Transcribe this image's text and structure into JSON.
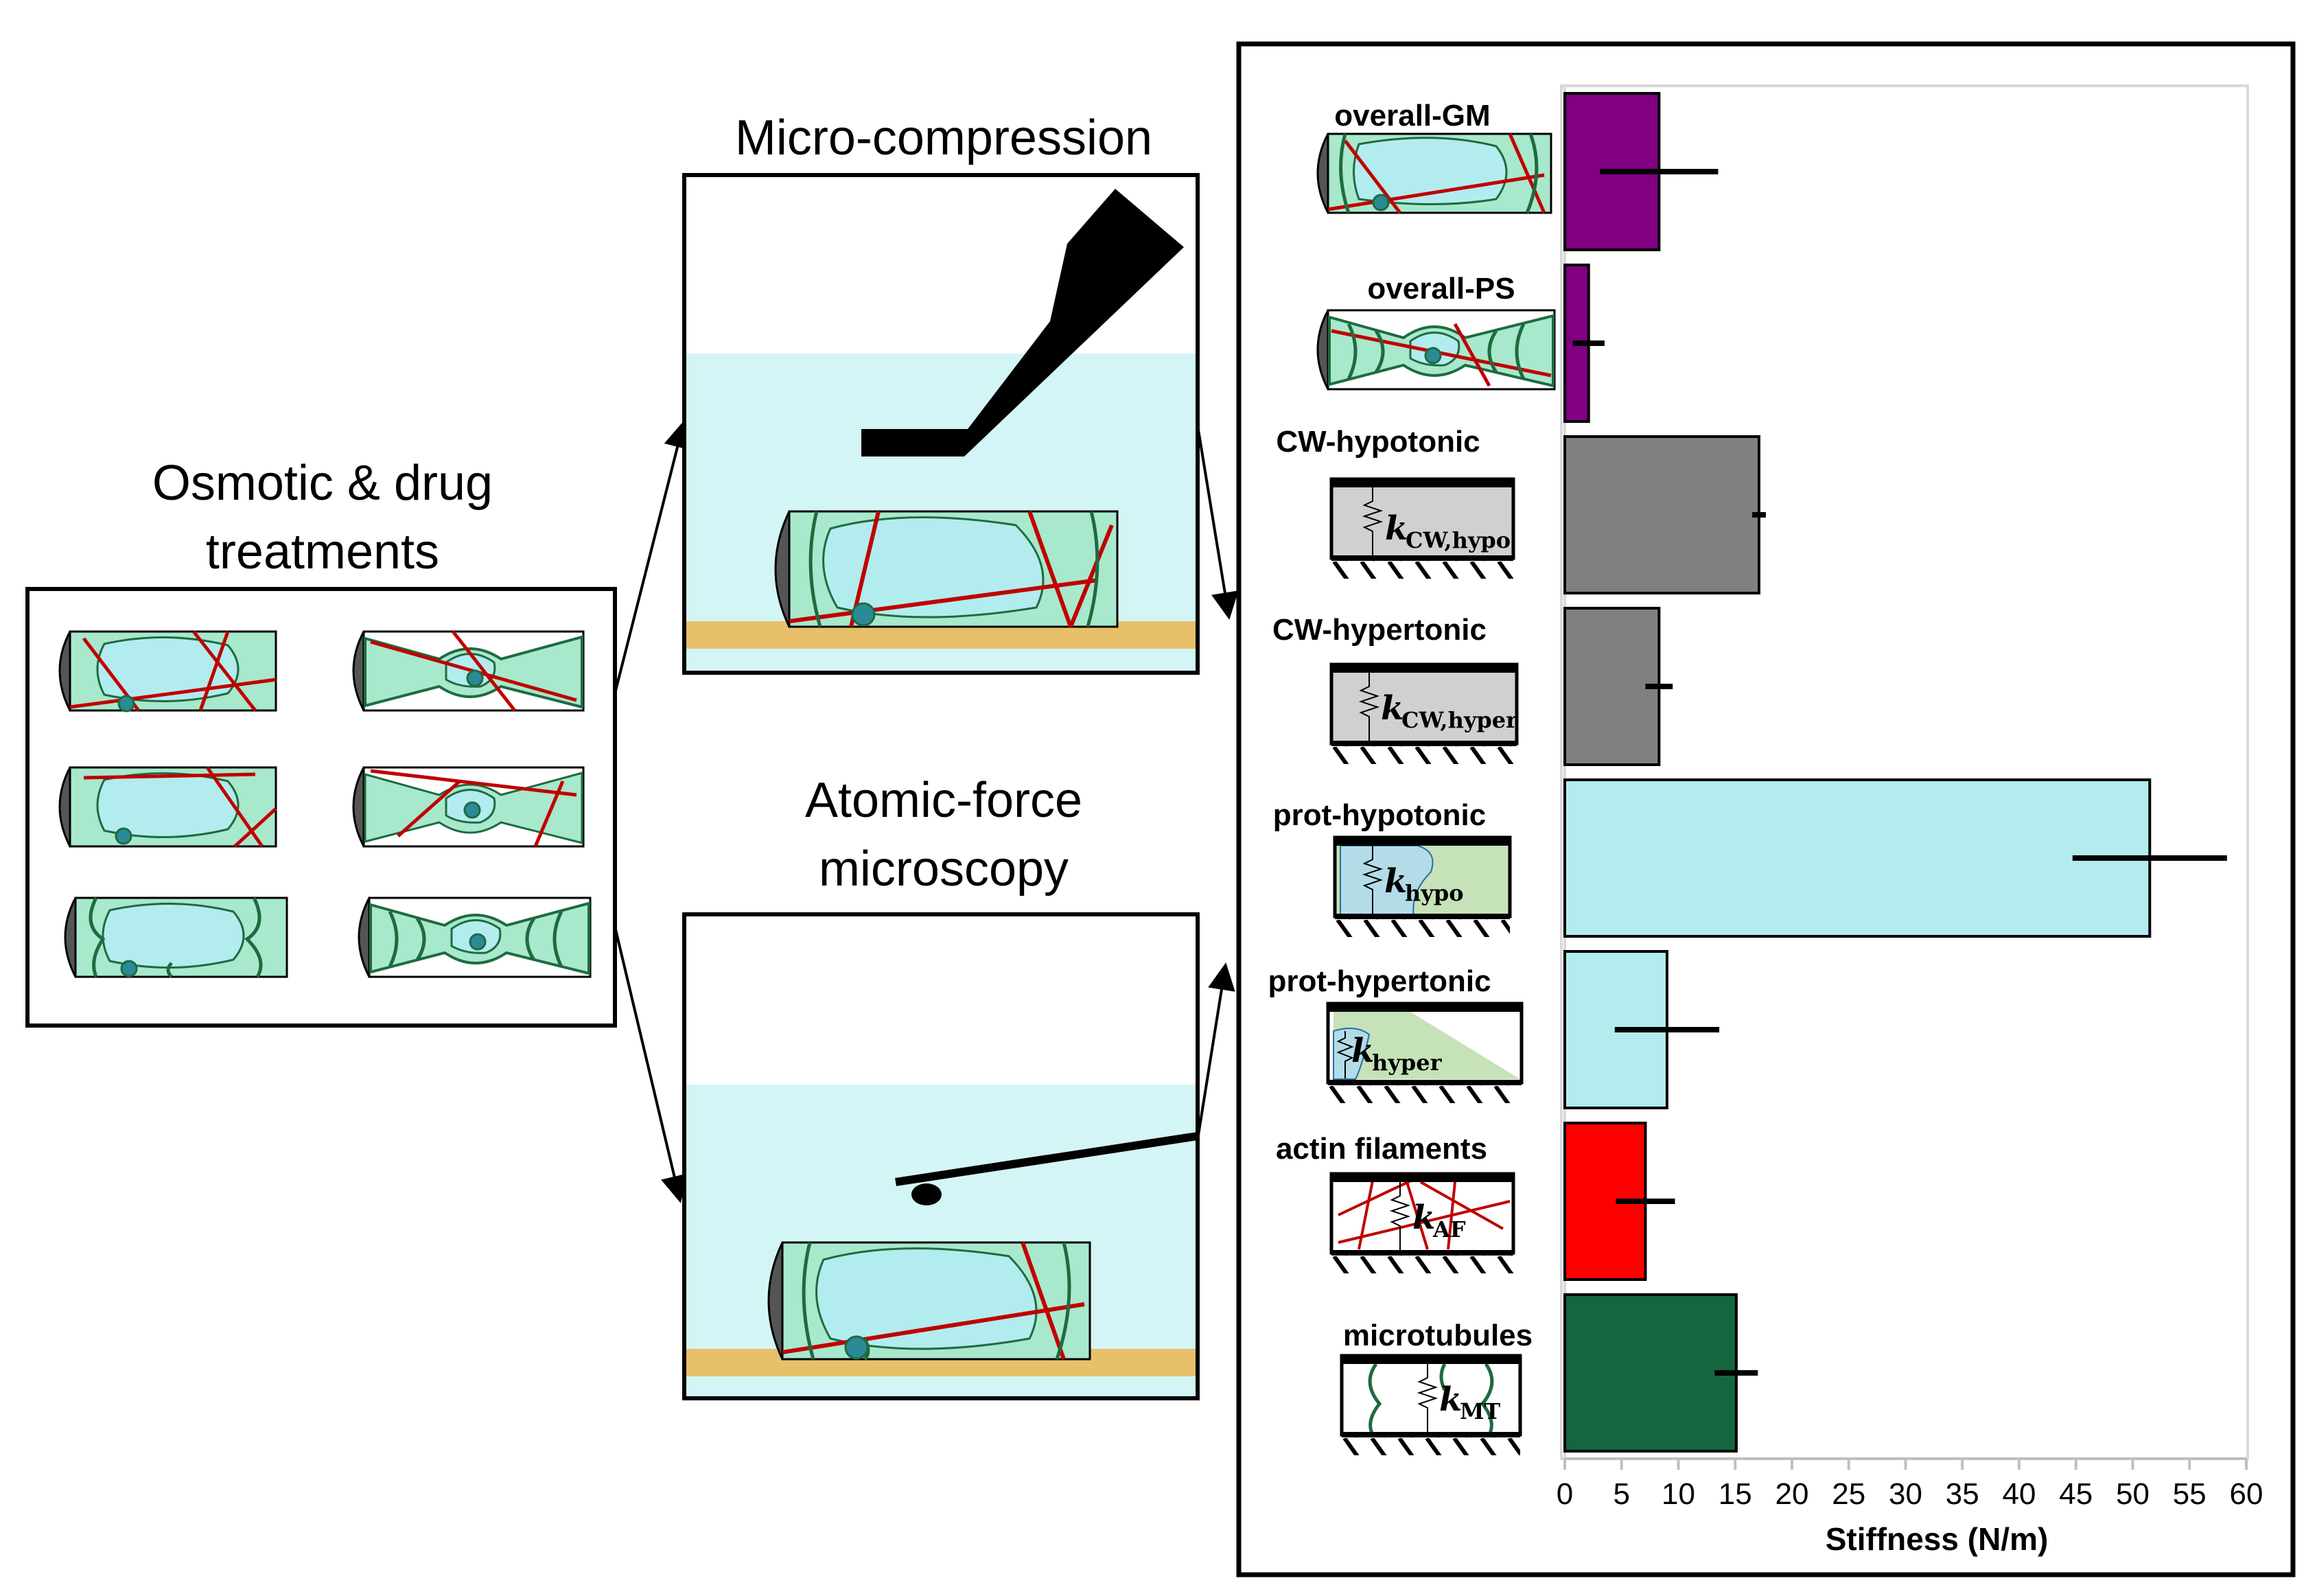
{
  "labels": {
    "treatments_title": [
      "Osmotic & drug",
      "treatments"
    ],
    "compression_title": "Micro-compression",
    "afm_title": [
      "Atomic-force",
      "microscopy"
    ]
  },
  "springs": {
    "cw_hypo": {
      "k": "k",
      "sub": "CW,hypo"
    },
    "cw_hyper": {
      "k": "k",
      "sub": "CW,hyper"
    },
    "prot_hypo": {
      "k": "k",
      "sub": "hypo"
    },
    "prot_hyper": {
      "k": "k",
      "sub": "hyper"
    },
    "af": {
      "k": "k",
      "sub": "AF"
    },
    "mt": {
      "k": "k",
      "sub": "MT"
    }
  },
  "colors": {
    "cytoplasm": "#b3ecee",
    "cell_wall": "#a8e8cc",
    "actin": "#c00000",
    "microtubule": "#1e6b40",
    "water": "#d4f5f5",
    "substrate": "#e8c06a",
    "nucleus": "#2a8a96"
  },
  "chart_data": {
    "type": "bar",
    "orientation": "horizontal",
    "categories": [
      "overall-GM",
      "overall-PS",
      "CW-hypotonic",
      "CW-hypertonic",
      "prot-hypotonic",
      "prot-hypertonic",
      "actin filaments",
      "microtubules"
    ],
    "values": [
      8.3,
      2.1,
      17.1,
      8.3,
      51.5,
      9.0,
      7.1,
      15.1
    ],
    "error": [
      5.2,
      1.4,
      0.6,
      1.2,
      6.8,
      4.6,
      2.6,
      1.9
    ],
    "colors": [
      "#800080",
      "#800080",
      "#808080",
      "#808080",
      "#b3ecee",
      "#b3ecee",
      "#ff0000",
      "#146641"
    ],
    "xlabel": "Stiffness (N/m)",
    "xlim": [
      0,
      60
    ],
    "xticks": [
      0,
      5,
      10,
      15,
      20,
      25,
      30,
      35,
      40,
      45,
      50,
      55,
      60
    ]
  }
}
